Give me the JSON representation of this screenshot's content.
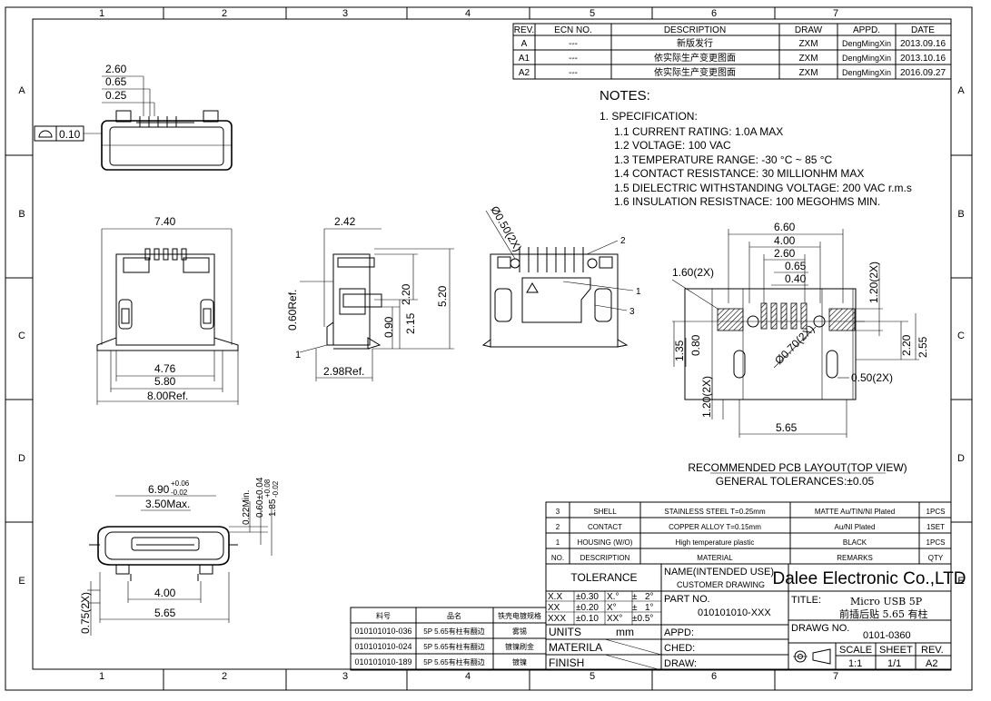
{
  "zones": {
    "columns": [
      "1",
      "2",
      "3",
      "4",
      "5",
      "6",
      "7"
    ],
    "rows": [
      "A",
      "B",
      "C",
      "D",
      "E"
    ]
  },
  "revision_table": {
    "headers": [
      "REV.",
      "ECN NO.",
      "DESCRIPTION",
      "DRAW",
      "APPD.",
      "DATE"
    ],
    "rows": [
      [
        "A",
        "---",
        "新版发行",
        "ZXM",
        "DengMingXin",
        "2013.09.16"
      ],
      [
        "A1",
        "---",
        "依实际生产变更图面",
        "ZXM",
        "DengMingXin",
        "2013.10.16"
      ],
      [
        "A2",
        "---",
        "依实际生产变更图面",
        "ZXM",
        "DengMingXin",
        "2016.09.27"
      ]
    ]
  },
  "notes": {
    "title": "NOTES:",
    "section": "1. SPECIFICATION:",
    "items": [
      "1.1 CURRENT RATING: 1.0A MAX",
      "1.2 VOLTAGE: 100 VAC",
      "1.3 TEMPERATURE RANGE: -30 °C ~ 85 °C",
      "1.4 CONTACT RESISTANCE: 30 MILLIONHM MAX",
      "1.5 DIELECTRIC WITHSTANDING VOLTAGE: 200 VAC r.m.s",
      "1.6 INSULATION RESISTNACE: 100 MEGOHMS MIN."
    ]
  },
  "dimensions": {
    "top_view": [
      "2.60",
      "0.65",
      "0.25",
      "0.10"
    ],
    "front_view": [
      "7.40",
      "4.76",
      "5.80",
      "8.00Ref."
    ],
    "side_view": [
      "2.42",
      "0.60Ref.",
      "2.20",
      "5.20",
      "0.90",
      "2.15",
      "2.98Ref.",
      "1"
    ],
    "rear_view": [
      "Ø0.50(2X)",
      "2",
      "1",
      "3"
    ],
    "pcb": [
      "6.60",
      "4.00",
      "2.60",
      "0.65",
      "0.40",
      "1.60(2X)",
      "1.20(2X)",
      "Ø0.70(2X)",
      "1.35",
      "0.80",
      "2.20",
      "2.55",
      "0.50(2X)",
      "1.20(2X)",
      "5.65"
    ],
    "bottom_view": [
      "6.90",
      "+0.06",
      "-0.02",
      "3.50Max.",
      "0.22Min.",
      "0.60±0.04",
      "1.85",
      "+0.08",
      "-0.02",
      "4.00",
      "5.65",
      "0.75(2X)"
    ]
  },
  "pcb_caption": {
    "title": "RECOMMENDED PCB LAYOUT(TOP VIEW)",
    "tolerance": "GENERAL TOLERANCES:±0.05"
  },
  "material_table": {
    "rows": [
      [
        "3",
        "SHELL",
        "STAINLESS STEEL T=0.25mm",
        "MATTE Au/TIN/NI Plated",
        "1PCS"
      ],
      [
        "2",
        "CONTACT",
        "COPPER ALLOY T=0.15mm",
        "Au/NI Plated",
        "1SET"
      ],
      [
        "1",
        "HOUSING (W/O)",
        "High temperature plastic",
        "BLACK",
        "1PCS"
      ]
    ],
    "headers": [
      "NO.",
      "DESCRIPTION",
      "MATERIAL",
      "REMARKS",
      "QTY"
    ]
  },
  "tolerance": {
    "title": "TOLERANCE",
    "rows": [
      [
        "X.X",
        "±0.30",
        "X.°",
        "±",
        "2°"
      ],
      [
        "XX",
        "±0.20",
        "X°",
        "±",
        "1°"
      ],
      [
        "XXX",
        "±0.10",
        "XX°",
        "±0.5°",
        ""
      ]
    ],
    "units_label": "UNITS",
    "units_value": "mm",
    "material_label": "MATERILA",
    "finish_label": "FINISH"
  },
  "name_block": {
    "label": "NAME(INTENDED USE)",
    "value": "CUSTOMER DRAWING"
  },
  "part_no": {
    "label": "PART NO.",
    "value": "010101010-XXX"
  },
  "sign_labels": {
    "appd": "APPD:",
    "ched": "CHED:",
    "draw": "DRAW:"
  },
  "company": "Dalee Electronic Co.,LTD",
  "title_block": {
    "label": "TITLE:",
    "line1": "Micro USB 5P",
    "line2": "前插后贴 5.65 有柱"
  },
  "drawing_no": {
    "label": "DRAWG NO.",
    "value": "0101-0360"
  },
  "scale_block": {
    "scale_label": "SCALE",
    "scale_value": "1:1",
    "sheet_label": "SHEET",
    "sheet_value": "1/1",
    "rev_label": "REV.",
    "rev_value": "A2"
  },
  "variants": {
    "headers": [
      "料号",
      "品名",
      "铁壳电镀规格"
    ],
    "rows": [
      [
        "010101010-036",
        "5P 5.65有柱有翻边",
        "雾锡"
      ],
      [
        "010101010-024",
        "5P 5.65有柱有翻边",
        "镀镍刷金"
      ],
      [
        "010101010-189",
        "5P 5.65有柱有翻边",
        "镀镍"
      ]
    ]
  }
}
